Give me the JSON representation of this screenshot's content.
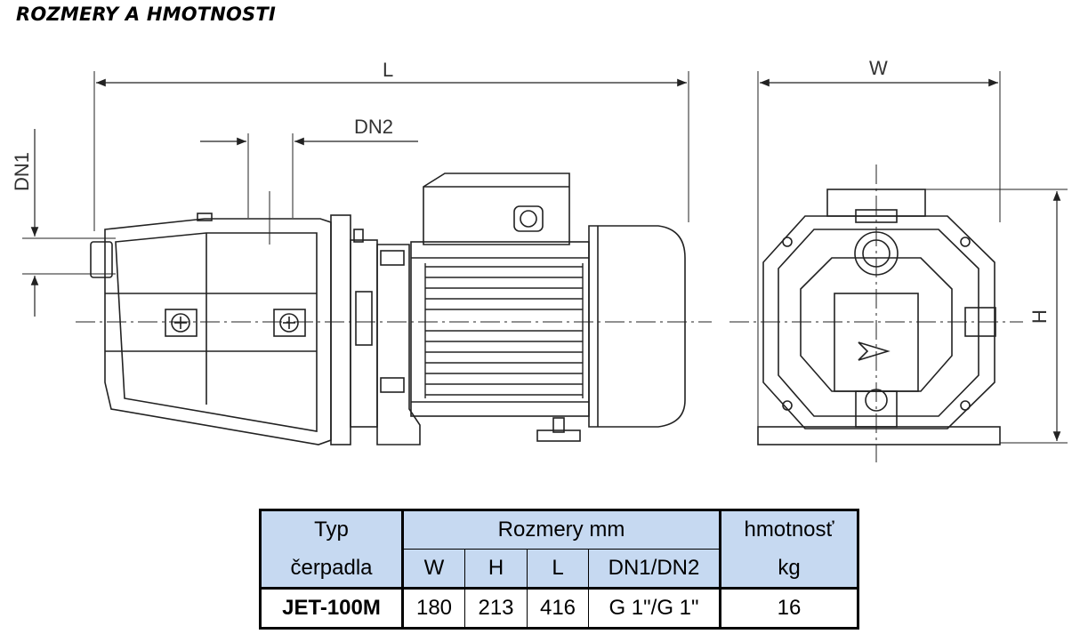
{
  "title": "ROZMERY A HMOTNOSTI",
  "drawing": {
    "labels": {
      "L": "L",
      "DN2": "DN2",
      "DN1": "DN1",
      "W": "W",
      "H": "H"
    }
  },
  "table": {
    "col_typ_line1": "Typ",
    "col_typ_line2": "čerpadla",
    "col_rozmery": "Rozmery  mm",
    "col_hmotnost_line1": "hmotnosť",
    "col_hmotnost_line2": "kg",
    "subcols": [
      "W",
      "H",
      "L",
      "DN1/DN2"
    ],
    "rows": [
      {
        "model": "JET-100M",
        "W": "180",
        "H": "213",
        "L": "416",
        "DN": "G 1\"/G 1\"",
        "kg": "16"
      }
    ]
  },
  "colors": {
    "header_bg": "#c6d9f1",
    "line": "#222222"
  }
}
